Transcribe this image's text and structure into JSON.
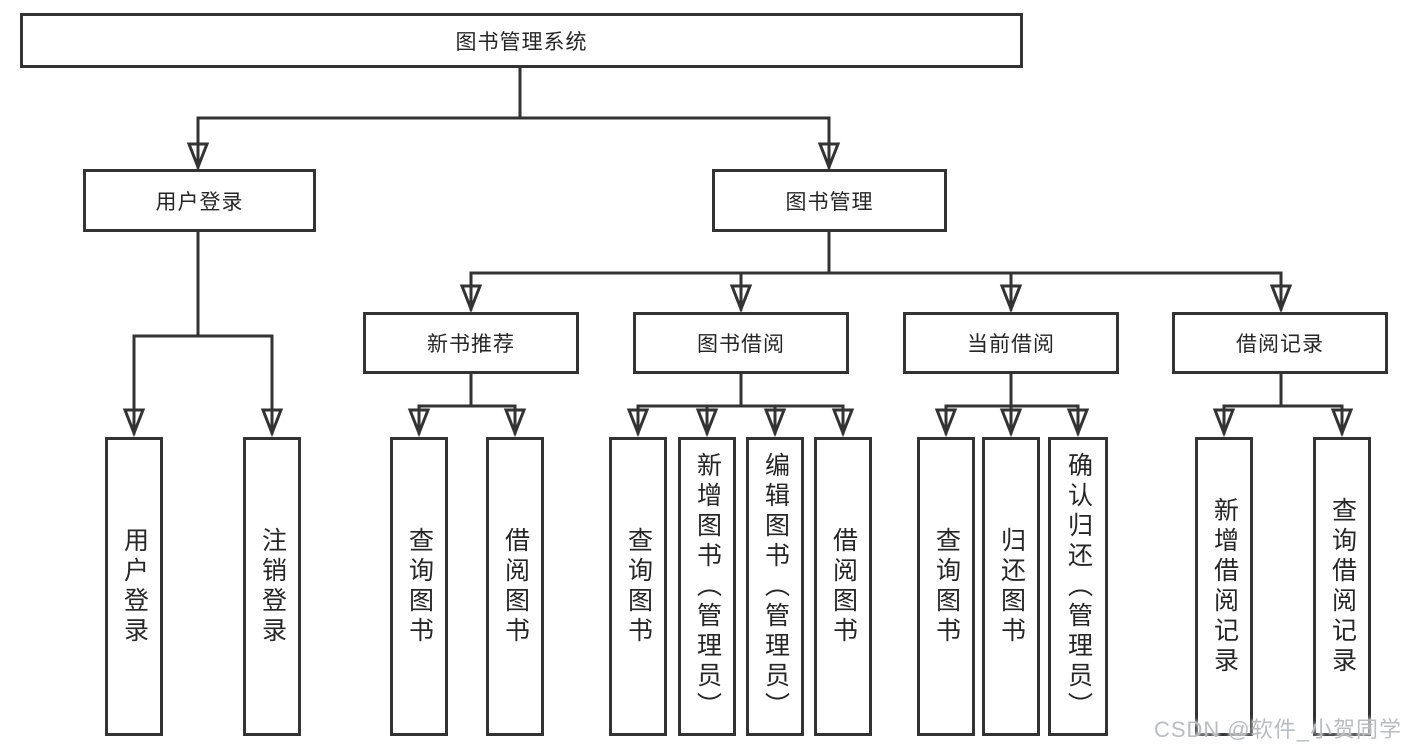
{
  "diagram": {
    "root_label": "图书管理系统",
    "line_color": "#333333",
    "text_color": "#262626",
    "background_color": "#ffffff",
    "level2": [
      {
        "label": "用户登录"
      },
      {
        "label": "图书管理"
      }
    ],
    "level3": [
      {
        "label": "新书推荐"
      },
      {
        "label": "图书借阅"
      },
      {
        "label": "当前借阅"
      },
      {
        "label": "借阅记录"
      }
    ],
    "leaves": {
      "user_login": [
        "用户登录",
        "注销登录"
      ],
      "new_books": [
        "查询图书",
        "借阅图书"
      ],
      "book_borrow": [
        "查询图书",
        "新增图书（管理员）",
        "编辑图书（管理员）",
        "借阅图书"
      ],
      "current_borrow": [
        "查询图书",
        "归还图书",
        "确认归还（管理员）"
      ],
      "borrow_records": [
        "新增借阅记录",
        "查询借阅记录"
      ]
    }
  },
  "watermark": {
    "text": "CSDN @软件_小贺同学",
    "color": "#b9bdc1"
  }
}
